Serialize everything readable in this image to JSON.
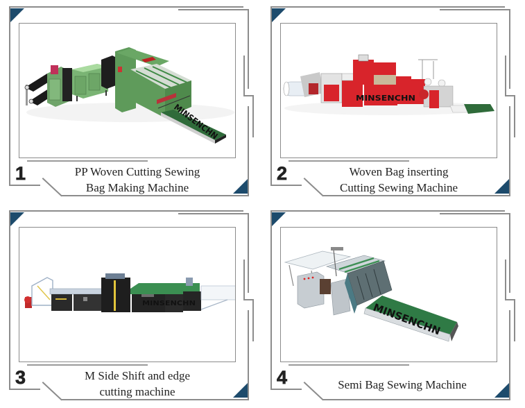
{
  "panels": [
    {
      "number": "1",
      "caption": [
        "PP Woven Cutting Sewing",
        "Bag Making Machine"
      ],
      "watermark": "MINSENCHN"
    },
    {
      "number": "2",
      "caption": [
        "Woven Bag inserting",
        "Cutting Sewing Machine"
      ],
      "watermark": "MINSENCHN"
    },
    {
      "number": "3",
      "caption": [
        "M Side Shift and edge",
        "cutting machine"
      ],
      "watermark": "MINSENCHN"
    },
    {
      "number": "4",
      "caption": [
        "Semi Bag Sewing Machine"
      ],
      "watermark": "MINSENCHN"
    }
  ],
  "colors": {
    "frame_line": "#8c8c8c",
    "corner_accent": "#1d4b6c",
    "caption_text": "#222222",
    "watermark": "#111111"
  }
}
